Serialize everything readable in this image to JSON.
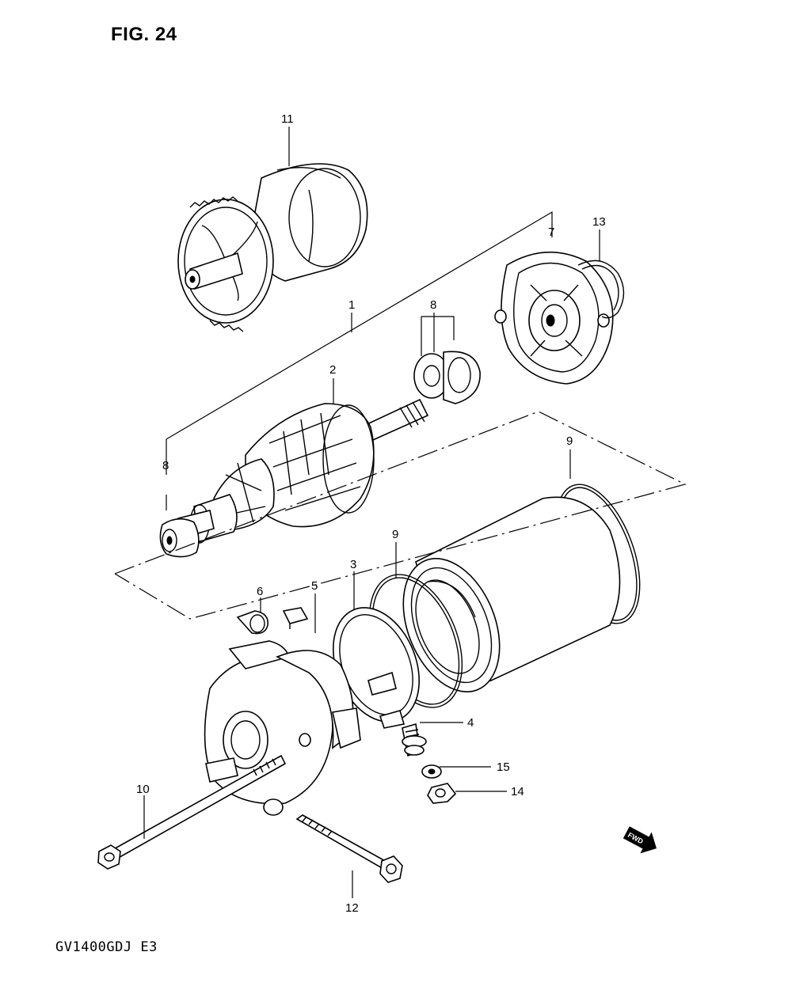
{
  "figure_title": "FIG. 24",
  "model_code": "GV1400GDJ  E3",
  "fwd_label": "FWD",
  "callouts": {
    "c1": "1",
    "c2": "2",
    "c3": "3",
    "c4": "4",
    "c5": "5",
    "c6": "6",
    "c7": "7",
    "c8a": "8",
    "c8b": "8",
    "c9a": "9",
    "c9b": "9",
    "c10": "10",
    "c11": "11",
    "c12": "12",
    "c13": "13",
    "c14": "14",
    "c15": "15"
  }
}
